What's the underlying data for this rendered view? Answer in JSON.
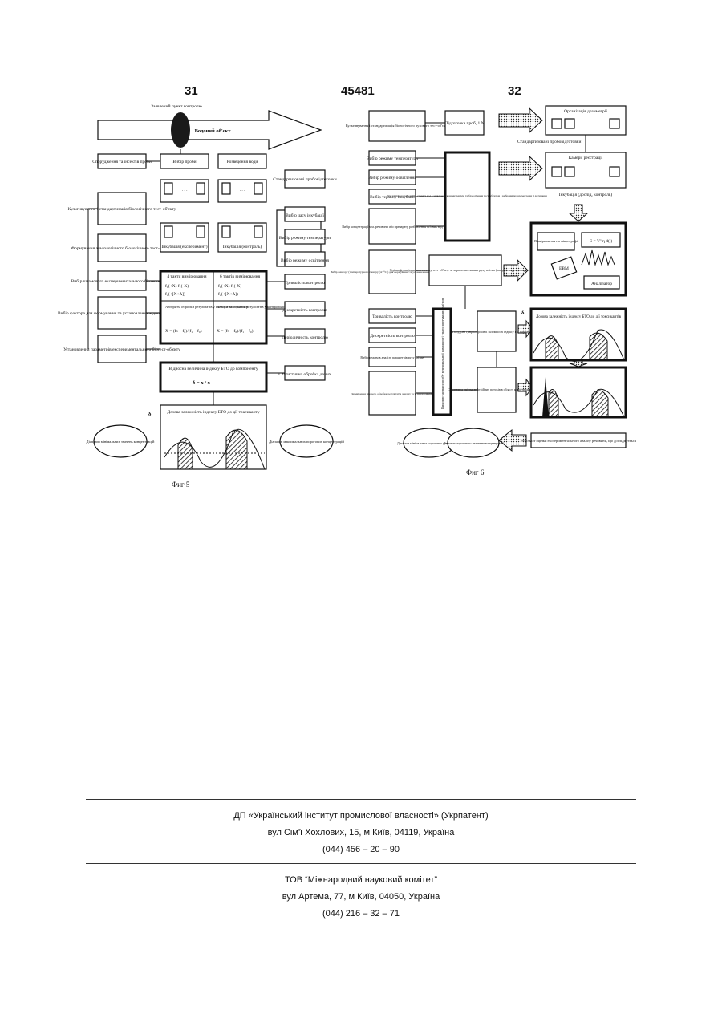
{
  "header": {
    "page_left": "31",
    "patent_number": "45481",
    "page_right": "32"
  },
  "figure5": {
    "caption": "Фиг 5",
    "arrow_label": "Водоний об'єкт",
    "point_label": "Заявлений пункт контролю",
    "sampling": "Вибір проби",
    "dilution": "Розведення води",
    "standard_sample": "Стандартизовані пробовідготовки",
    "incubation_exp": "Інкубація (експеримент)",
    "incubation_ctrl": "Інкубація (контроль)",
    "sources": "Спорудження та інсектів проби",
    "cultivation": "Культивування і стандартизація біологічного тест-об'єкту",
    "formation": "Формування альгологічного біологічного тест-об'єкту",
    "choose_vessel": "Вибір штамового експериментального біотест-об'єкту",
    "choose_factor": "Вибір фактора для формування та установлення відпоідних добавок",
    "establish": "Установлення параметрів експериментального біотест-об'єкту",
    "choose_time": "Вибір часу інкубації",
    "choose_temp": "Вибір режиму температури",
    "choose_light": "Вибір режиму освітлення",
    "duration": "Тривалість контролю",
    "discretion": "Дискретність контролю",
    "periodicity": "Періодичність контролю",
    "stat": "Статистична обробка даних",
    "measure_left": "4 такти вимірювання",
    "measure_right": "6 тактів вимірювання",
    "algo_left": "Алгоритм обробки результатів у каналі з токсикантом",
    "algo_right": "Алгоритм обробки результатів у контрольному перетворенні",
    "formula_left": "X = (fз − f₀)/(f₁ − f₀)",
    "formula_right": "X = (fз − f₀)/(f₁ − f₀)",
    "result": "Відносна величина індексу БТО до компоненту",
    "graph_title": "Дозова залежність індексу БТО до дії токсиканту",
    "delta": "δ",
    "oval_left": "Діапазон мінімальних значень концентрацій",
    "oval_right": "Діапазон максимальних порогових концентрацій"
  },
  "figure6": {
    "caption": "Фиг 6",
    "cultivation": "Культивування і стандартизація біологічного рухового тест-об'єкту",
    "preparation": "Підготовка проб, 1 N",
    "dosimeter": "Організація дозиметрії",
    "std_prep": "Стандартизовані пробовідготовки",
    "chambers": "Камери реєстрації",
    "incubation": "Інкубація (дослід, контроль)",
    "choose_temp": "Вибір режиму температури",
    "choose_light": "Вибір режиму освітлення",
    "choose_term": "Вибір терміну інкубації",
    "choose_conc": "Вибір концентрації хім. речовини або препарату розбавлення стічних вод",
    "choose_factor": "Вибір фактору (температурного спектру (ΔT°C)) для формування та установлення відповідних добавок",
    "big_box": "Для хімічного речовини, стічних вод з заявленою концентрацією та біологічним тест-об'єктом з вибраними параметрами її дозування",
    "assess": "Оцінка функціонального стану тест-об'єкту за характеристиками руху клітин (швидкість руху, енергетичність)",
    "video": "Вимірювання на мікрографі",
    "formula": "E = V² η d(t)",
    "ebm": "ЕВМ",
    "analyzer": "Аналізатор",
    "duration": "Тривалість контролю",
    "discretion": "Дискретність контролю",
    "choose_mode": "Вибір режимів аналізу параметрів руху клітин",
    "periodicity": "Періодичність контролю",
    "process": "Перевірення процесу, обробки результатів аналізу та їх відображення",
    "vertical": "Використання способу вертикальної швидкості транспортування клітин",
    "plot_build": "Побудова графіка дозової залежності індексу від параметра руху",
    "assessment": "Об'єктивна оцінка дифузійних потоків в області концентрації 1-го типу",
    "graph_title": "Дозова залежність індексу БТО до дії токсикантів",
    "delta": "δ",
    "result": "Результат оцінки експериментального аналізу речовини, що досліджується",
    "oval_left": "Діапазон мінімальних порогових концентрацій",
    "oval_right": "Діапазон порогового значення концентрацій"
  },
  "footer": {
    "org1_name": "ДП «Український інститут промислової власності» (Укрпатент)",
    "org1_address": "вул  Сім'ї Хохлових, 15, м  Київ, 04119, Україна",
    "org1_phone": "(044) 456 – 20 –  90",
    "org2_name": "ТОВ “Міжнародний науковий комітет”",
    "org2_address": "вул  Артема, 77, м  Київ, 04050, Україна",
    "org2_phone": "(044) 216 – 32 – 71"
  }
}
